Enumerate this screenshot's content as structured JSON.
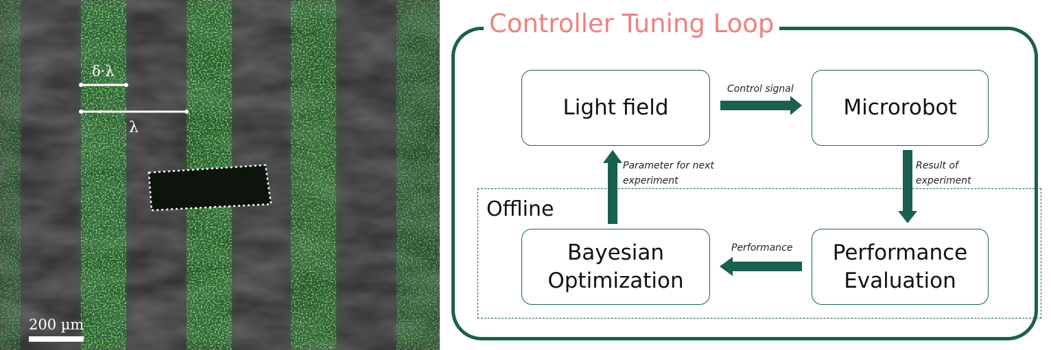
{
  "micrograph": {
    "delta_label": "δ·λ",
    "lambda_label": "λ",
    "scalebar_label": "200 µm",
    "colors": {
      "stripe": "#3cc83c",
      "background": "#3a3a3a",
      "annotation": "#ffffff"
    }
  },
  "diagram": {
    "title": "Controller Tuning Loop",
    "offline_label": "Offline",
    "nodes": {
      "light_field": "Light field",
      "microrobot": "Microrobot",
      "bayesian_line1": "Bayesian",
      "bayesian_line2": "Optimization",
      "performance_line1": "Performance",
      "performance_line2": "Evaluation"
    },
    "edges": {
      "control_signal": "Control signal",
      "parameter_line1": "Parameter for next",
      "parameter_line2": "experiment",
      "result_line1": "Result of",
      "result_line2": "experiment",
      "performance": "Performance"
    },
    "colors": {
      "frame": "#1a5f4f",
      "title": "#f08080",
      "arrow": "#1a5f4f"
    }
  }
}
